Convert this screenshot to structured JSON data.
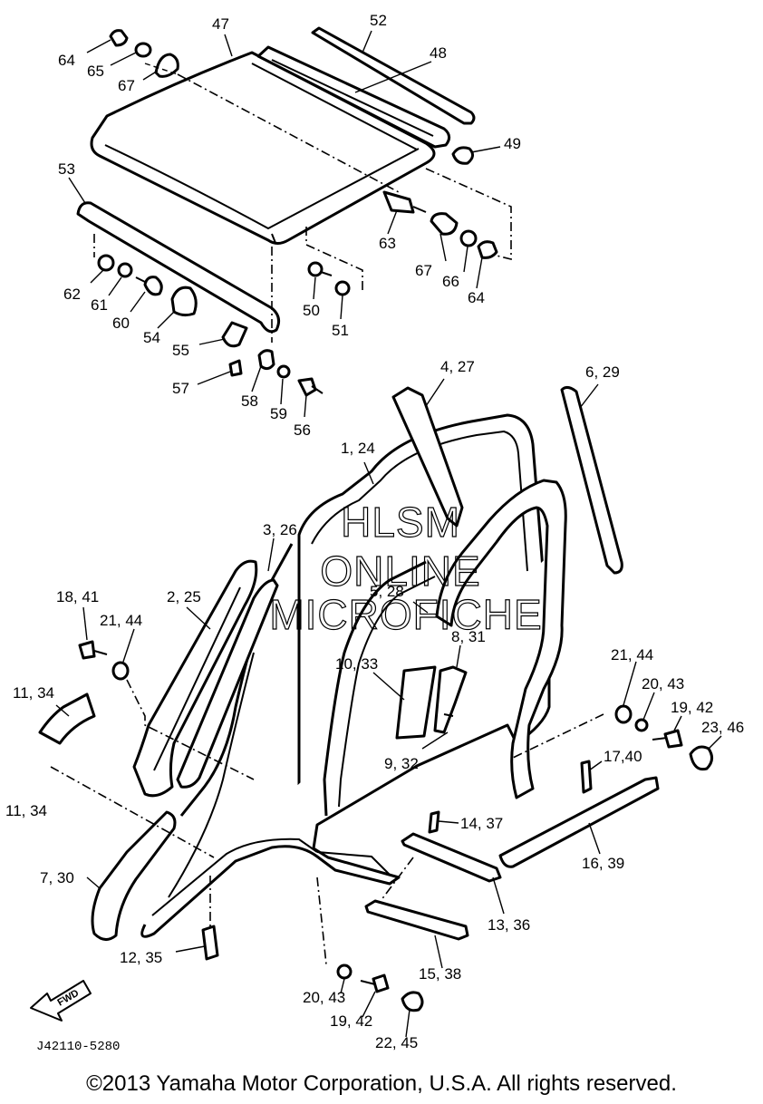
{
  "diagram": {
    "callouts": {
      "c47": "47",
      "c52": "52",
      "c48": "48",
      "c49": "49",
      "c64a": "64",
      "c65": "65",
      "c67a": "67",
      "c53": "53",
      "c62": "62",
      "c61": "61",
      "c60": "60",
      "c54": "54",
      "c55": "55",
      "c57": "57",
      "c58": "58",
      "c59": "59",
      "c56": "56",
      "c50": "50",
      "c51": "51",
      "c63": "63",
      "c67b": "67",
      "c66": "66",
      "c64b": "64",
      "c427": "4, 27",
      "c629": "6, 29",
      "c124": "1, 24",
      "c326": "3, 26",
      "c225": "2, 25",
      "c1841": "18, 41",
      "c2144a": "21, 44",
      "c528": "5, 28",
      "c831": "8, 31",
      "c1033": "10, 33",
      "c932": "9, 32",
      "c1134a": "11, 34",
      "c1134b": "11, 34",
      "c730": "7, 30",
      "c1235": "12, 35",
      "c2144b": "21, 44",
      "c2043a": "20, 43",
      "c1942a": "19, 42",
      "c2346": "23, 46",
      "c1740": "17,40",
      "c1437": "14, 37",
      "c1639": "16, 39",
      "c1336": "13, 36",
      "c1538": "15, 38",
      "c2043b": "20, 43",
      "c1942b": "19, 42",
      "c2245": "22, 45"
    },
    "watermark": [
      "HLSM",
      "ONLINE",
      "MICROFICHE"
    ],
    "figure_code": "J42110-5280",
    "fwd_label": "FWD"
  },
  "footer": {
    "copyright": "©2013 Yamaha Motor Corporation, U.S.A. All rights reserved."
  }
}
